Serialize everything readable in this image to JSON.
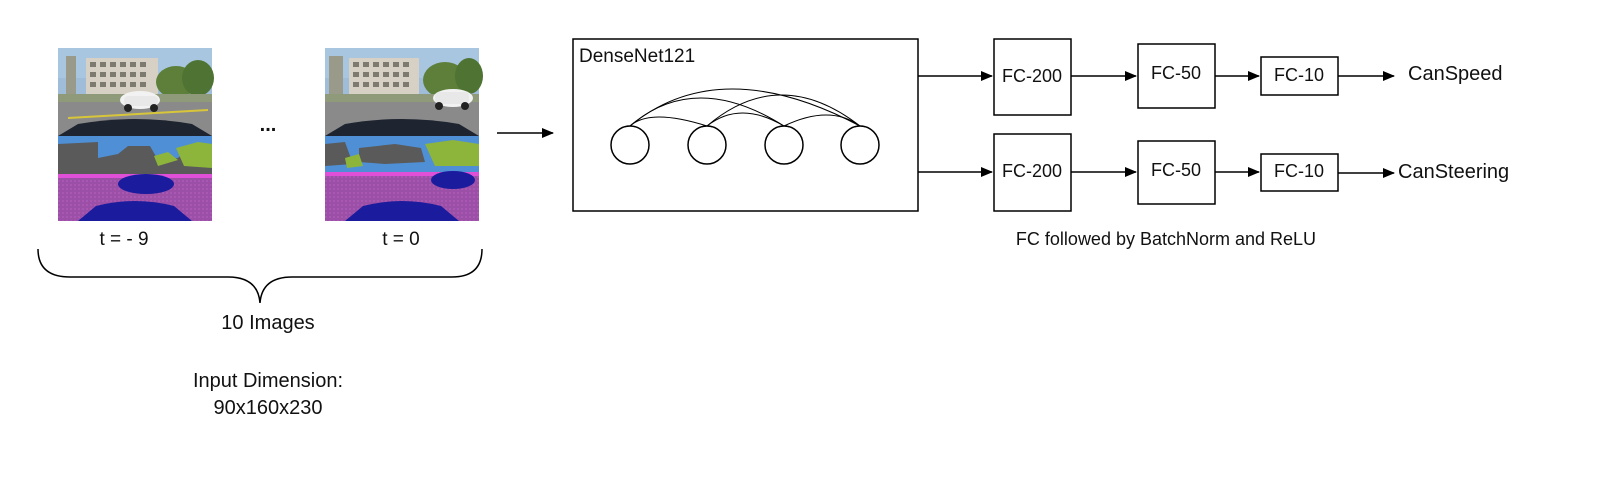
{
  "frames": {
    "first_label": "t = - 9",
    "last_label": "t = 0",
    "ellipsis": "...",
    "brace_label": "10 Images",
    "input_dim_label": "Input Dimension:",
    "input_dim_value": "90x160x230"
  },
  "backbone": {
    "title": "DenseNet121"
  },
  "heads": {
    "top": {
      "layers": [
        "FC-200",
        "FC-50",
        "FC-10"
      ],
      "output": "CanSpeed"
    },
    "bottom": {
      "layers": [
        "FC-200",
        "FC-50",
        "FC-10"
      ],
      "output": "CanSteering"
    },
    "note": "FC followed by BatchNorm and ReLU"
  },
  "colors": {
    "stroke": "#000000",
    "sky": "#8fb2d6",
    "seg_sky": "#4f8fd6",
    "seg_building": "#5a5a5a",
    "seg_vegetation": "#8db53c",
    "seg_road": "#9b4fa6",
    "seg_lane": "#e04fd8",
    "seg_car": "#1b1b9e"
  }
}
